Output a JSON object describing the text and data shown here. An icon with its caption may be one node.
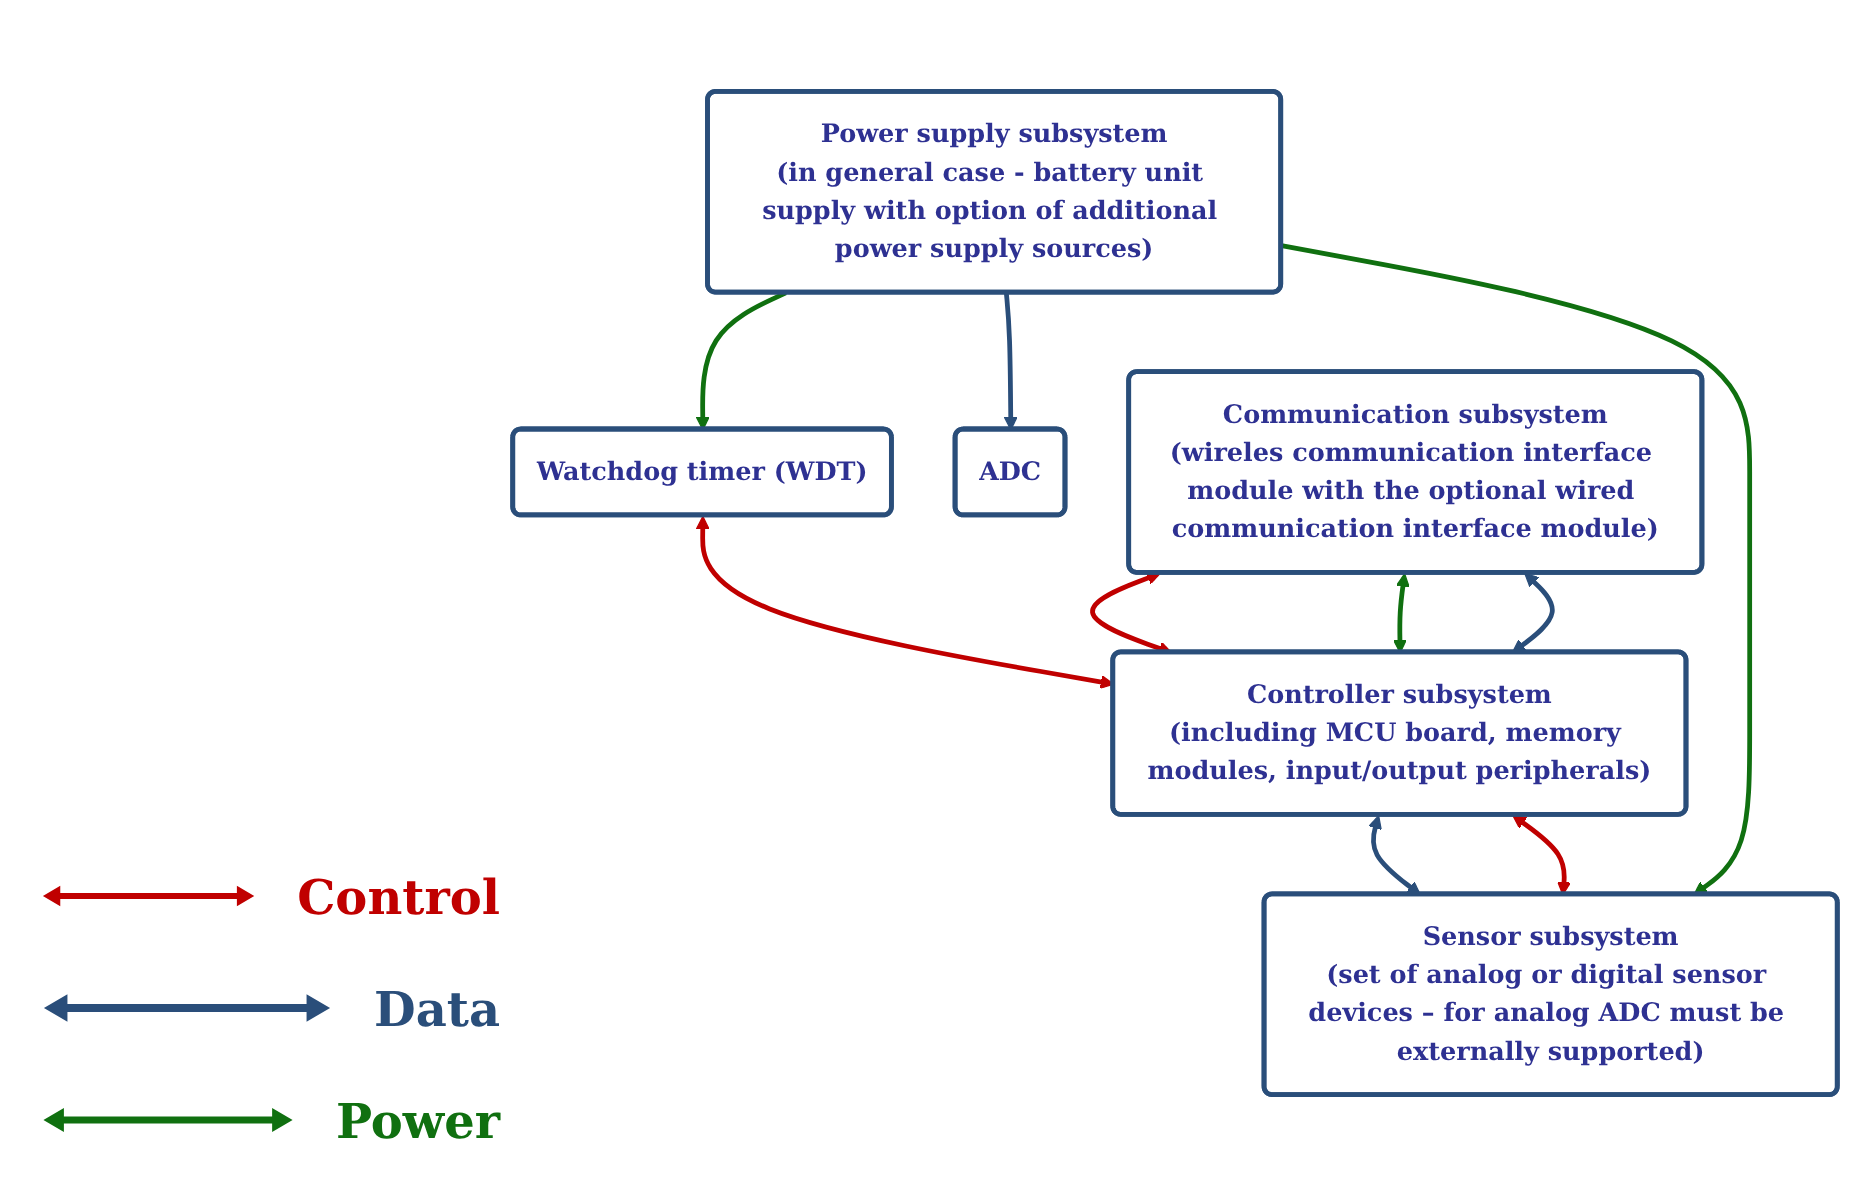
{
  "diagram": {
    "nodes": [
      {
        "text": [
          "Power supply subsystem",
          "(in general case - battery unit supply with option of additional power supply sources)"
        ]
      },
      {
        "text": [
          "Watchdog timer (WDT)"
        ]
      },
      {
        "text": [
          "ADC"
        ]
      },
      {
        "text": [
          "Communication subsystem",
          "(wireles communication interface module with the optional wired communication interface module)"
        ]
      },
      {
        "text": [
          "Controller subsystem",
          "(including MCU board, memory modules, input/output peripherals)"
        ]
      },
      {
        "text": [
          "Sensor subsystem",
          "(set of analog or digital sensor devices – for analog ADC must be externally supported)"
        ]
      }
    ],
    "edges": [
      {
        "from": 0,
        "to": 1,
        "arrow": "to",
        "color": "#107010"
      },
      {
        "from": 0,
        "to": 2,
        "arrow": "to",
        "color": "#2a4e7a"
      },
      {
        "from": 1,
        "to": 4,
        "arrow": "both",
        "color": "#c00000"
      },
      {
        "from": 3,
        "to": 4,
        "arrow": "both",
        "color": "#c00000"
      },
      {
        "from": 3,
        "to": 4,
        "arrow": "both",
        "color": "#107010"
      },
      {
        "from": 3,
        "to": 4,
        "arrow": "both",
        "color": "#2a4e7a"
      },
      {
        "from": 4,
        "to": 5,
        "arrow": "both",
        "color": "#2a4e7a"
      },
      {
        "from": 4,
        "to": 5,
        "arrow": "both",
        "color": "#c00000"
      },
      {
        "from": 0,
        "to": 5,
        "arrow": "to",
        "color": "#107010"
      }
    ],
    "legend": [
      {
        "text": "Control"
      },
      {
        "text": "Data"
      },
      {
        "text": "Power"
      }
    ]
  }
}
